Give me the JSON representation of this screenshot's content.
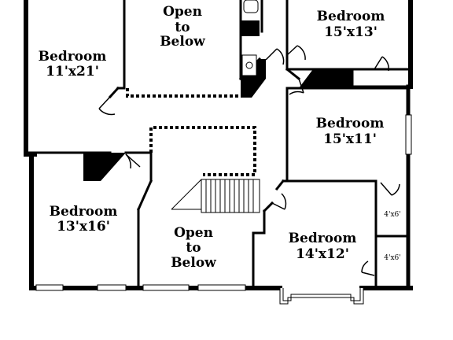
{
  "rooms": {
    "bedroom_nw": {
      "name": "Bedroom",
      "size": "11'x21'"
    },
    "bedroom_ne": {
      "name": "Bedroom",
      "size": "15'x13'"
    },
    "bedroom_e": {
      "name": "Bedroom",
      "size": "15'x11'"
    },
    "bedroom_sw": {
      "name": "Bedroom",
      "size": "13'x16'"
    },
    "bedroom_se": {
      "name": "Bedroom",
      "size": "14'x12'"
    },
    "open_top": {
      "line1": "Open",
      "line2": "to",
      "line3": "Below"
    },
    "open_bottom": {
      "line1": "Open",
      "line2": "to",
      "line3": "Below"
    },
    "closet_upper": {
      "size": "4'x6'"
    },
    "closet_lower": {
      "size": "4'x6'"
    }
  },
  "colors": {
    "wall": "#000000",
    "background": "#ffffff"
  }
}
